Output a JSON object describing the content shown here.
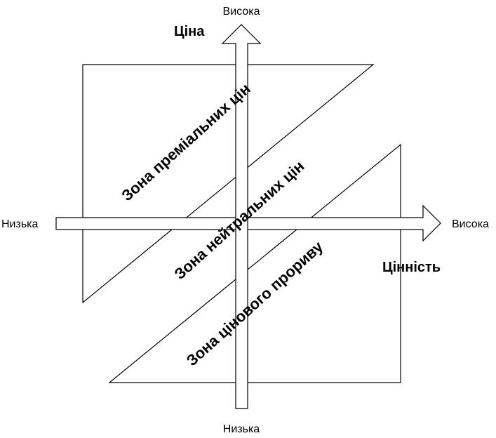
{
  "vertical_axis": {
    "title": "Ціна",
    "high_label": "Висока",
    "low_label": "Низька"
  },
  "horizontal_axis": {
    "title": "Цінність",
    "high_label": "Висока",
    "low_label": "Низька"
  },
  "zones": {
    "premium": "Зона преміальних цін",
    "neutral": "Зона нейтральних цін",
    "breakthrough": "Зона цінового прориву"
  }
}
